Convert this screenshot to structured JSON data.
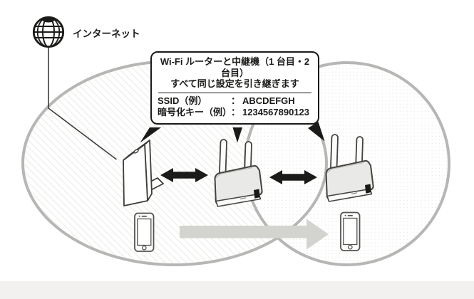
{
  "internet": {
    "label": "インターネット",
    "icon": "globe-icon"
  },
  "callout": {
    "title_line1": "Wi-Fi ルーターと中継機（1 台目・2",
    "title_line2": "台目）",
    "subtitle": "すべて同じ設定を引き継ぎます",
    "rows": [
      {
        "label": "SSID（例）",
        "sep": "：",
        "value": "ABCDEFGH"
      },
      {
        "label": "暗号化キー（例）",
        "sep": "：",
        "value": "1234567890123"
      }
    ]
  },
  "colors": {
    "circle_stroke": "#b6b6b4",
    "arrow_black": "#1b1b19",
    "arrow_gray": "#d3d3cf",
    "outline": "#45433f",
    "footer_band": "#f2f1ef",
    "callout_border": "#1a1a18"
  }
}
